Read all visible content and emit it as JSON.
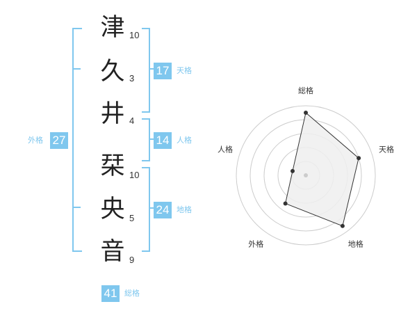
{
  "name": {
    "characters": [
      {
        "char": "津",
        "strokes": "10"
      },
      {
        "char": "久",
        "strokes": "3"
      },
      {
        "char": "井",
        "strokes": "4"
      },
      {
        "char": "栞",
        "strokes": "10"
      },
      {
        "char": "央",
        "strokes": "5"
      },
      {
        "char": "音",
        "strokes": "9"
      }
    ]
  },
  "fortunes": {
    "tenkaku": {
      "value": "17",
      "label": "天格"
    },
    "jinkaku": {
      "value": "14",
      "label": "人格"
    },
    "chikaku": {
      "value": "24",
      "label": "地格"
    },
    "gaikaku": {
      "value": "27",
      "label": "外格"
    },
    "soukaku": {
      "value": "41",
      "label": "総格"
    }
  },
  "colors": {
    "accent": "#7fc7ee",
    "text": "#222222",
    "grid": "#cccccc",
    "fill": "#eeeeee"
  },
  "chart_data": {
    "type": "radar",
    "categories": [
      "総格",
      "天格",
      "地格",
      "外格",
      "人格"
    ],
    "values": [
      4.5,
      4.0,
      4.5,
      2.5,
      1.0
    ],
    "range": [
      0,
      5
    ],
    "rings": 5
  }
}
